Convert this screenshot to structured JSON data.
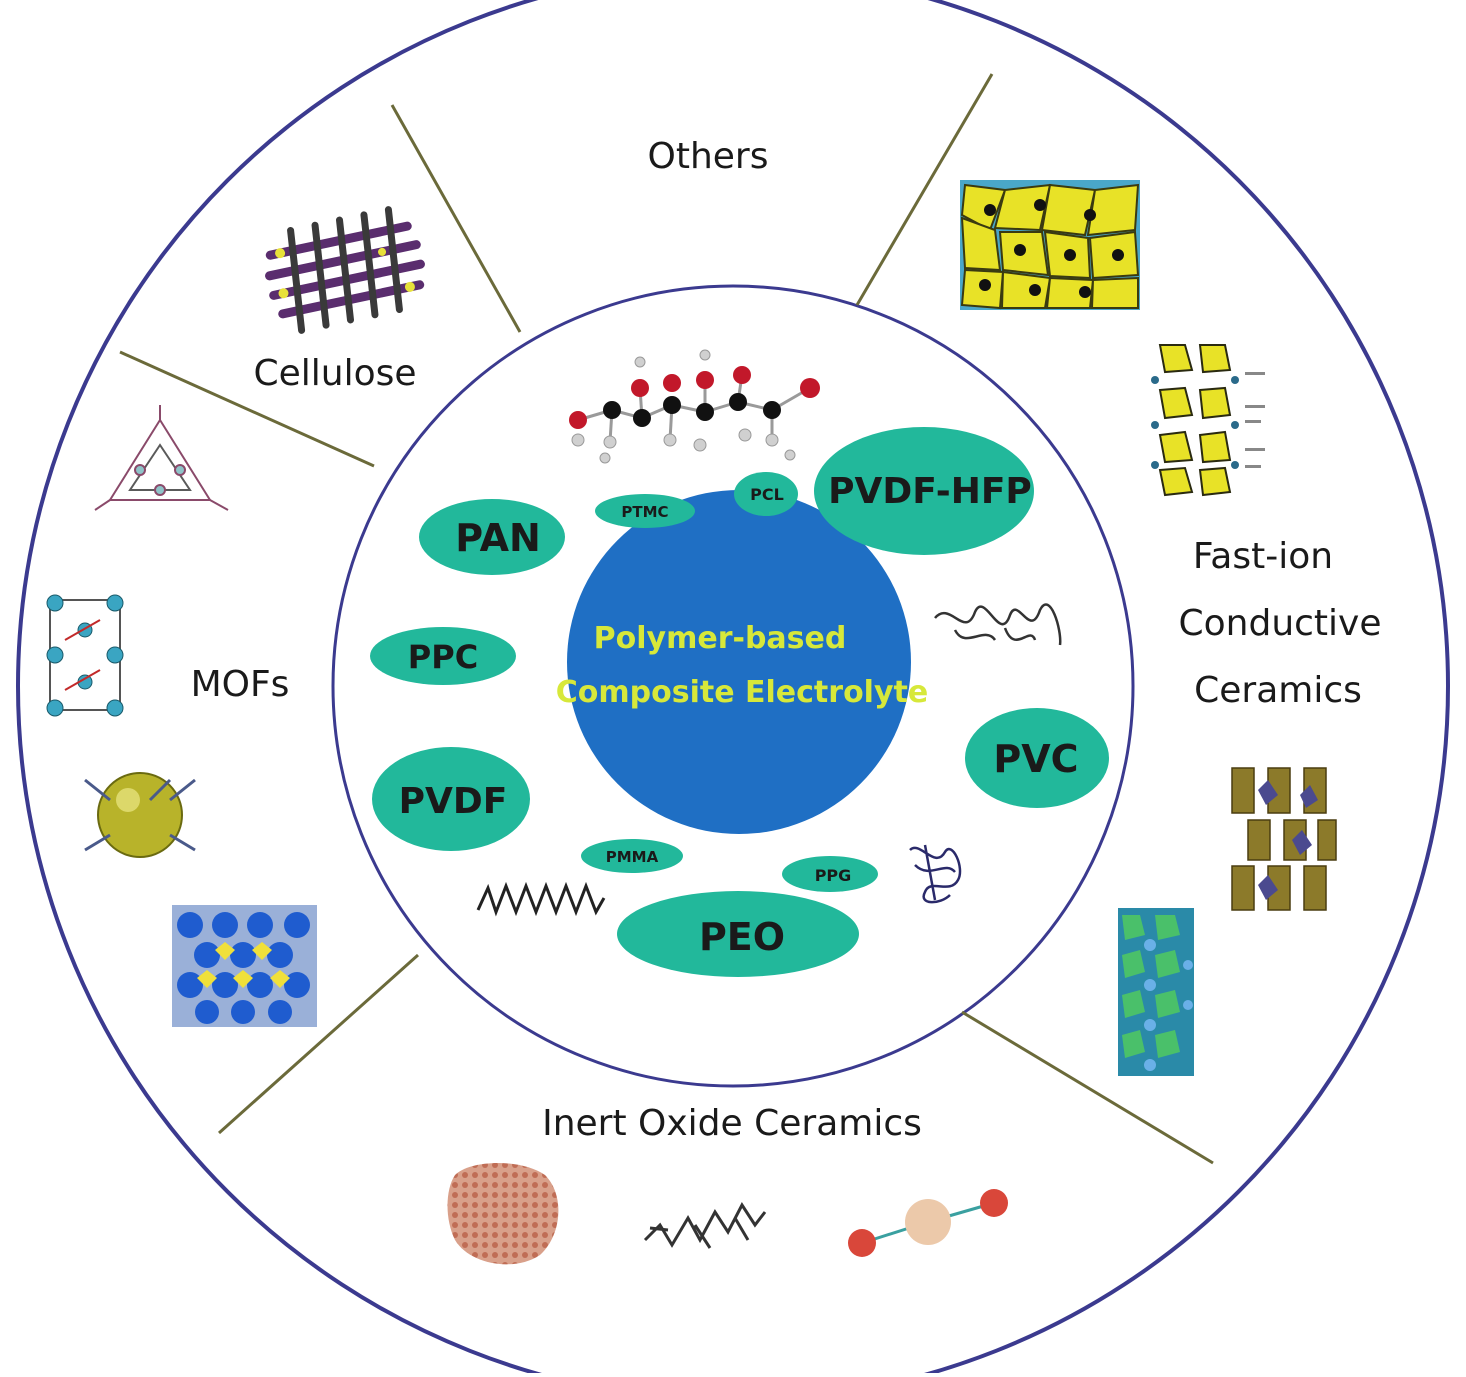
{
  "center": {
    "line1": "Polymer-based",
    "line2": "Composite Electrolyte"
  },
  "polymers": {
    "pan": "PAN",
    "ptmc": "PTMC",
    "pcl": "PCL",
    "pvdf_hfp": "PVDF-HFP",
    "ppc": "PPC",
    "pvc": "PVC",
    "pvdf": "PVDF",
    "pmma": "PMMA",
    "ppg": "PPG",
    "peo": "PEO"
  },
  "fillers": {
    "others": "Others",
    "cellulose": "Cellulose",
    "mofs": "MOFs",
    "fast_ion_1": "Fast-ion",
    "fast_ion_2": "Conductive",
    "fast_ion_3": "Ceramics",
    "inert": "Inert Oxide Ceramics"
  },
  "colors": {
    "ring": "#3b3a8f",
    "divider": "#6b6a3a",
    "center_fill": "#1f6fc4",
    "center_text": "#d7e83a",
    "polymer_fill": "#22b89b",
    "label": "#1a1a1a"
  }
}
